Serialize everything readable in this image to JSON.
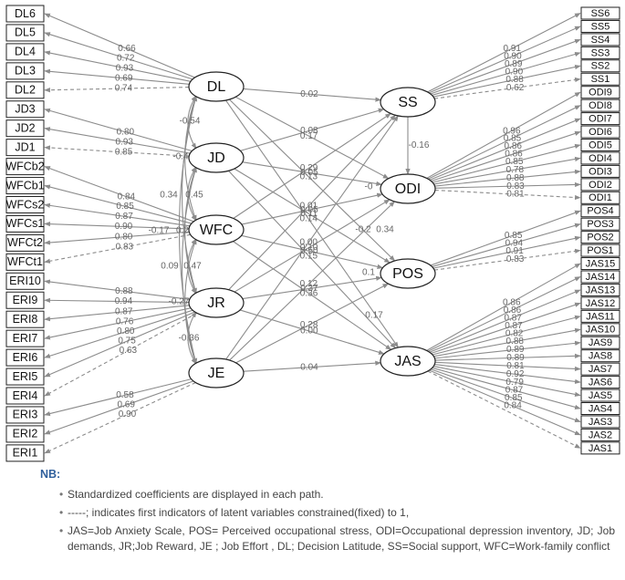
{
  "latents": [
    {
      "id": "DL",
      "label": "DL"
    },
    {
      "id": "JD",
      "label": "JD"
    },
    {
      "id": "WFC",
      "label": "WFC"
    },
    {
      "id": "JR",
      "label": "JR"
    },
    {
      "id": "JE",
      "label": "JE"
    },
    {
      "id": "SS",
      "label": "SS"
    },
    {
      "id": "ODI",
      "label": "ODI"
    },
    {
      "id": "POS",
      "label": "POS"
    },
    {
      "id": "JAS",
      "label": "JAS"
    }
  ],
  "left_indicators": [
    "DL6",
    "DL5",
    "DL4",
    "DL3",
    "DL2",
    "JD3",
    "JD2",
    "JD1",
    "WFCb2",
    "WFCb1",
    "WFCs2",
    "WFCs1",
    "WFCt2",
    "WFCt1",
    "ERI10",
    "ERI9",
    "ERI8",
    "ERI7",
    "ERI6",
    "ERI5",
    "ERI4",
    "ERI3",
    "ERI2",
    "ERI1"
  ],
  "right_indicators": [
    "SS6",
    "SS5",
    "SS4",
    "SS3",
    "SS2",
    "SS1",
    "ODI9",
    "ODI8",
    "ODI7",
    "ODI6",
    "ODI5",
    "ODI4",
    "ODI3",
    "ODI2",
    "ODI1",
    "POS4",
    "POS3",
    "POS2",
    "POS1",
    "JAS15",
    "JAS14",
    "JAS13",
    "JAS12",
    "JAS11",
    "JAS10",
    "JAS9",
    "JAS8",
    "JAS7",
    "JAS6",
    "JAS5",
    "JAS4",
    "JAS3",
    "JAS2",
    "JAS1"
  ],
  "left_loadings": [
    {
      "latent": "DL",
      "coefs": [
        "0.66",
        "0.72",
        "0.93",
        "0.69",
        "0.74"
      ]
    },
    {
      "latent": "JD",
      "coefs": [
        "0.80",
        "0.93",
        "0.85"
      ]
    },
    {
      "latent": "WFC",
      "coefs": [
        "0.84",
        "0.85",
        "0.87",
        "0.90",
        "0.80",
        "0.83"
      ]
    },
    {
      "latent": "JR",
      "coefs": [
        "0.88",
        "0.94",
        "0.87",
        "0.76",
        "0.80",
        "0.75",
        "0.63"
      ]
    },
    {
      "latent": "JE",
      "coefs": [
        "0.58",
        "0.69",
        "0.90"
      ]
    }
  ],
  "right_loadings": [
    {
      "latent": "SS",
      "coefs": [
        "0.91",
        "0.90",
        "0.89",
        "0.90",
        "0.88",
        "0.62"
      ]
    },
    {
      "latent": "ODI",
      "coefs": [
        "0.96",
        "0.85",
        "0.86",
        "0.86",
        "0.85",
        "0.78",
        "0.88",
        "0.83",
        "0.81"
      ]
    },
    {
      "latent": "POS",
      "coefs": [
        "0.85",
        "0.94",
        "0.91",
        "0.83"
      ]
    },
    {
      "latent": "JAS",
      "coefs": [
        "0.86",
        "0.86",
        "0.87",
        "0.87",
        "0.82",
        "0.88",
        "0.89",
        "0.89",
        "0.81",
        "0.92",
        "0.79",
        "0.87",
        "0.85",
        "0.84"
      ]
    }
  ],
  "covariance_labels": [
    "-0.54",
    "-0.4",
    "0.34",
    "0.45",
    "-0.17",
    "0.2",
    "0.09",
    "0.47",
    "-0.27",
    "-0.36"
  ],
  "paths": [
    {
      "from": "DL",
      "to": "SS",
      "coef": "0.02"
    },
    {
      "from": "JD",
      "to": "SS",
      "coef": "0.08"
    },
    {
      "from": "JD",
      "to": "ODI",
      "coef": "0.05"
    },
    {
      "from": "DL",
      "to": "ODI",
      "coef": "0.17"
    },
    {
      "from": "DL",
      "to": "POS",
      "coef": "0.13"
    },
    {
      "from": "DL",
      "to": "JAS",
      "coef": "0.14"
    },
    {
      "from": "JD",
      "to": "POS",
      "coef": "0.11"
    },
    {
      "from": "WFC",
      "to": "SS",
      "coef": "0.29"
    },
    {
      "from": "JD",
      "to": "JAS",
      "coef": "0.15"
    },
    {
      "from": "WFC",
      "to": "ODI",
      "coef": "0.05"
    },
    {
      "from": "JR",
      "to": "SS",
      "coef": "0.01"
    },
    {
      "from": "WFC",
      "to": "POS",
      "coef": "0.50"
    },
    {
      "from": "WFC",
      "to": "JAS",
      "coef": "0.36"
    },
    {
      "from": "JE",
      "to": "SS",
      "coef": "0.00"
    },
    {
      "from": "JR",
      "to": "ODI",
      "coef": "0.10"
    },
    {
      "from": "JE",
      "to": "ODI",
      "coef": "0.12"
    },
    {
      "from": "JR",
      "to": "POS",
      "coef": "0.37"
    },
    {
      "from": "JR",
      "to": "JAS",
      "coef": "0.00"
    },
    {
      "from": "JE",
      "to": "POS",
      "coef": "0.28"
    },
    {
      "from": "JE",
      "to": "JAS",
      "coef": "0.04"
    },
    {
      "from": "SS",
      "to": "ODI",
      "coef": "-0.16"
    }
  ],
  "mid_labels": [
    "-0",
    "0.34",
    "-0.2",
    "0.1",
    "0.17"
  ],
  "notes": {
    "title": "NB:",
    "items": [
      "Standardized coefficients are displayed in each path.",
      "-----; indicates first indicators of latent variables constrained(fixed) to 1,",
      "JAS=Job Anxiety Scale, POS= Perceived occupational stress, ODI=Occupational depression inventory, JD; Job demands, JR;Job Reward, JE ; Job Effort , DL; Decision Latitude, SS=Social support, WFC=Work-family conflict"
    ]
  }
}
